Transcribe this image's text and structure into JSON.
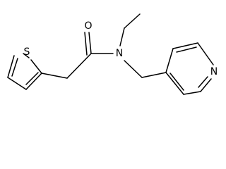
{
  "molecule": {
    "atoms": {
      "sulfur": "S",
      "oxygen": "O",
      "amide_nitrogen": "N",
      "pyridine_nitrogen": "N"
    }
  }
}
